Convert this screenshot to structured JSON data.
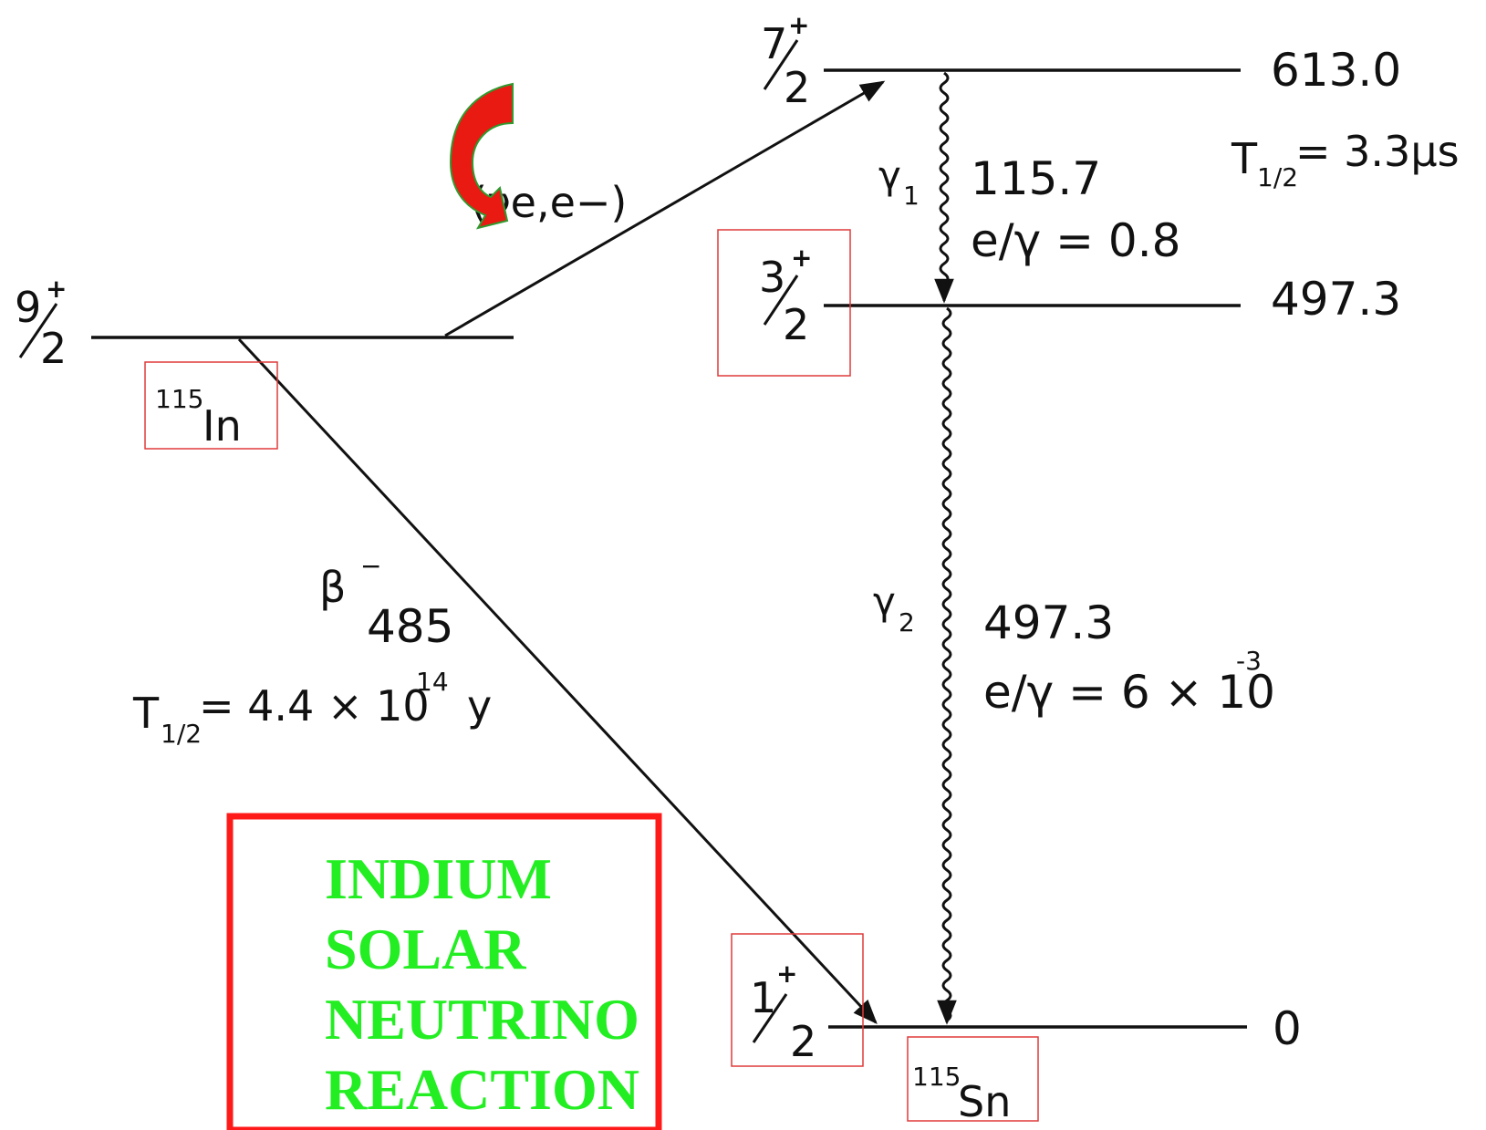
{
  "colors": {
    "ink": "#111111",
    "highlight_box": "#e03a3a",
    "title_box": "#ff1a1a",
    "title_text": "#22ee22",
    "curved_arrow_fill": "#e81a12",
    "curved_arrow_outline": "#2f9a2f"
  },
  "levels": {
    "in_ground": {
      "spin_num": "9",
      "spin_den": "2",
      "parity": "+",
      "nucleus_mass": "115",
      "nucleus_symbol": "In"
    },
    "sn_613": {
      "spin_num": "7",
      "spin_den": "2",
      "parity": "+",
      "energy": "613.0",
      "half_life_sub": "1/2",
      "half_life_value": "= 3.3μs"
    },
    "sn_497": {
      "spin_num": "3",
      "spin_den": "2",
      "parity": "+",
      "energy": "497.3"
    },
    "sn_ground": {
      "spin_num": "1",
      "spin_den": "2",
      "parity": "+",
      "energy": "0",
      "nucleus_mass": "115",
      "nucleus_symbol": "Sn"
    }
  },
  "transitions": {
    "capture_label": "(νe,e−)",
    "beta": {
      "symbol": "β",
      "sign": "−",
      "endpoint": "485",
      "half_life_prefix": "T",
      "half_life_sub": "1/2",
      "half_life_value": "= 4.4 × 10",
      "half_life_exp": "14",
      "half_life_unit": "y"
    },
    "gamma1": {
      "symbol": "γ",
      "index": "1",
      "energy": "115.7",
      "ratio_label": "e/γ = 0.8"
    },
    "gamma2": {
      "symbol": "γ",
      "index": "2",
      "energy": "497.3",
      "ratio_label": "e/γ = 6 × 10",
      "ratio_exp": "-3"
    }
  },
  "title_box": {
    "lines": [
      "INDIUM",
      "SOLAR",
      "NEUTRINO",
      "REACTION"
    ]
  }
}
